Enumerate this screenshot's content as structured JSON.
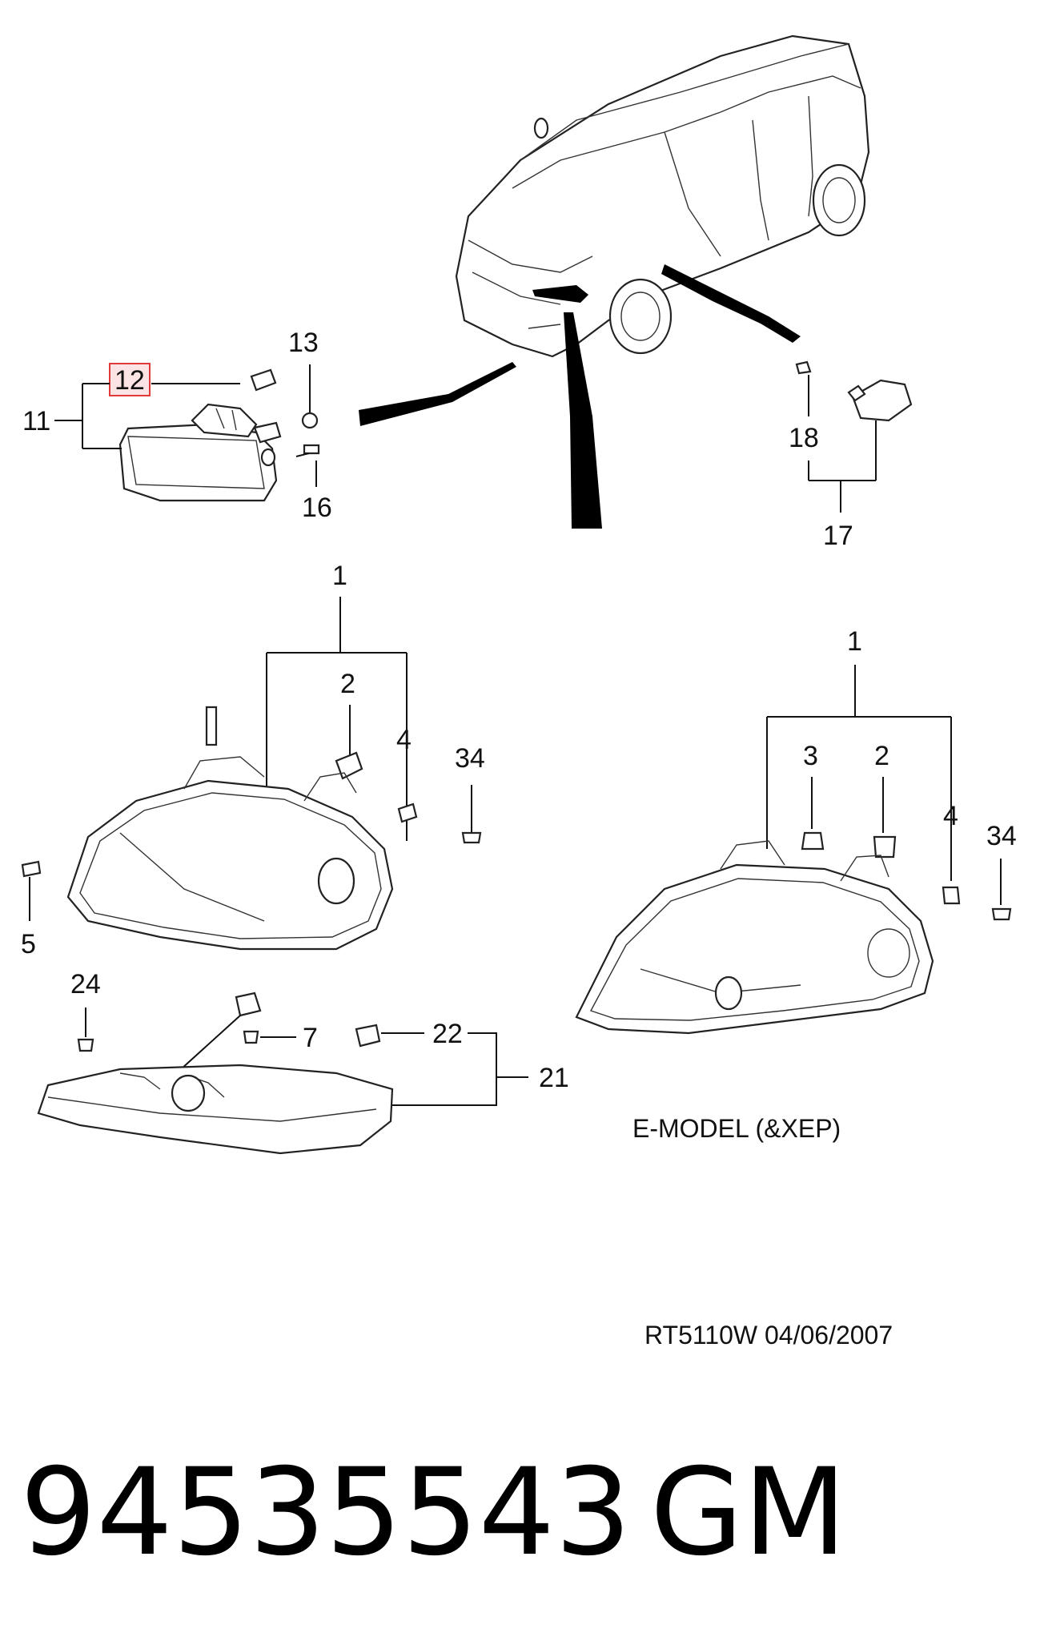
{
  "callouts": {
    "c12": "12",
    "c11": "11",
    "c13": "13",
    "c16": "16",
    "c18": "18",
    "c17": "17",
    "c1_left": "1",
    "c2_left": "2",
    "c4_left": "4",
    "c34_left": "34",
    "c5": "5",
    "c1_right": "1",
    "c3_right": "3",
    "c2_right": "2",
    "c4_right": "4",
    "c34_right": "34",
    "c24": "24",
    "c7": "7",
    "c22": "22",
    "c21": "21"
  },
  "highlight": {
    "color": "#e03a3a",
    "fill": "#fde4e4"
  },
  "notes": {
    "model": "E-MODEL (&XEP)",
    "ref": "RT5110W  04/06/2007"
  },
  "footer": {
    "part_number": "94535543",
    "brand": "GM"
  }
}
